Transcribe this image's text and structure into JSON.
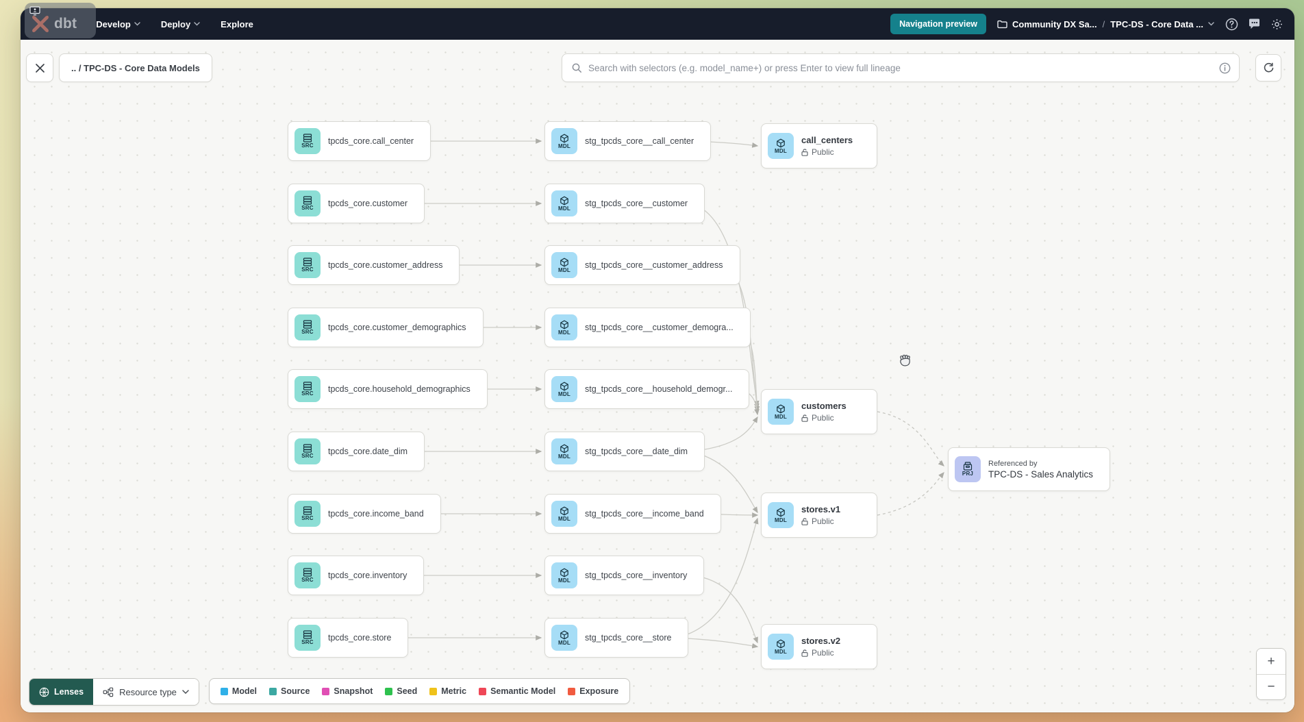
{
  "navbar": {
    "logo_text": "dbt",
    "menu": [
      "Develop",
      "Deploy",
      "Explore"
    ],
    "nav_preview_label": "Navigation preview",
    "project_breadcrumb": "Community DX Sa...",
    "page_breadcrumb": "TPC-DS - Core Data ...",
    "accent_teal": "#15818C",
    "navbar_bg": "#171D2B"
  },
  "toolbar": {
    "lineage_breadcrumb": ".. / TPC-DS - Core Data Models",
    "search_placeholder": "Search with selectors (e.g. model_name+) or press Enter to view full lineage"
  },
  "graph": {
    "badges": {
      "source": "SRC",
      "model": "MDL",
      "project": "PRJ"
    },
    "sources": [
      "tpcds_core.call_center",
      "tpcds_core.customer",
      "tpcds_core.customer_address",
      "tpcds_core.customer_demographics",
      "tpcds_core.household_demographics",
      "tpcds_core.date_dim",
      "tpcds_core.income_band",
      "tpcds_core.inventory",
      "tpcds_core.store"
    ],
    "staging": [
      "stg_tpcds_core__call_center",
      "stg_tpcds_core__customer",
      "stg_tpcds_core__customer_address",
      "stg_tpcds_core__customer_demogra...",
      "stg_tpcds_core__household_demogr...",
      "stg_tpcds_core__date_dim",
      "stg_tpcds_core__income_band",
      "stg_tpcds_core__inventory",
      "stg_tpcds_core__store"
    ],
    "public_models": [
      {
        "title": "call_centers",
        "access": "Public"
      },
      {
        "title": "customers",
        "access": "Public"
      },
      {
        "title": "stores.v1",
        "access": "Public"
      },
      {
        "title": "stores.v2",
        "access": "Public"
      }
    ],
    "project_node": {
      "subtitle": "Referenced by",
      "title": "TPC-DS - Sales Analytics"
    }
  },
  "footer": {
    "lenses_label": "Lenses",
    "resource_type_label": "Resource type",
    "legend": [
      {
        "label": "Model",
        "color": "#2FB0E8"
      },
      {
        "label": "Source",
        "color": "#3CA8A2"
      },
      {
        "label": "Snapshot",
        "color": "#E04FB4"
      },
      {
        "label": "Seed",
        "color": "#2EC14E"
      },
      {
        "label": "Metric",
        "color": "#EFC21B"
      },
      {
        "label": "Semantic Model",
        "color": "#EF4757"
      },
      {
        "label": "Exposure",
        "color": "#F15B40"
      }
    ]
  },
  "zoom_controls": {
    "zoom_in": "+",
    "zoom_out": "−"
  }
}
